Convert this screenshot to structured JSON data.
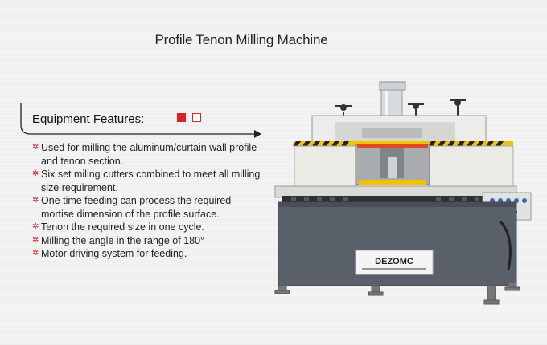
{
  "title": "Profile Tenon Milling Machine",
  "section": {
    "heading": "Equipment Features:"
  },
  "features": [
    {
      "text": "Used for milling the aluminum/curtain wall profile and tenon section."
    },
    {
      "text": "Six set miling cutters combined to meet all milling size requirement."
    },
    {
      "text": "One time feeding can process the required mortise dimension of the profile surface."
    },
    {
      "text": "Tenon the required size in one cycle."
    },
    {
      "text": "Milling the angle in the range of 180°"
    },
    {
      "text": "Motor driving system for feeding."
    }
  ],
  "machine": {
    "brand": "DEZOMC"
  },
  "colors": {
    "accent": "#d9232a",
    "hazard_yellow": "#f2c200",
    "machine_body": "#5a6069",
    "machine_top": "#e9e9e4"
  },
  "icons": {
    "bullet": "star-icon",
    "arrow": "arrow-right-icon"
  }
}
